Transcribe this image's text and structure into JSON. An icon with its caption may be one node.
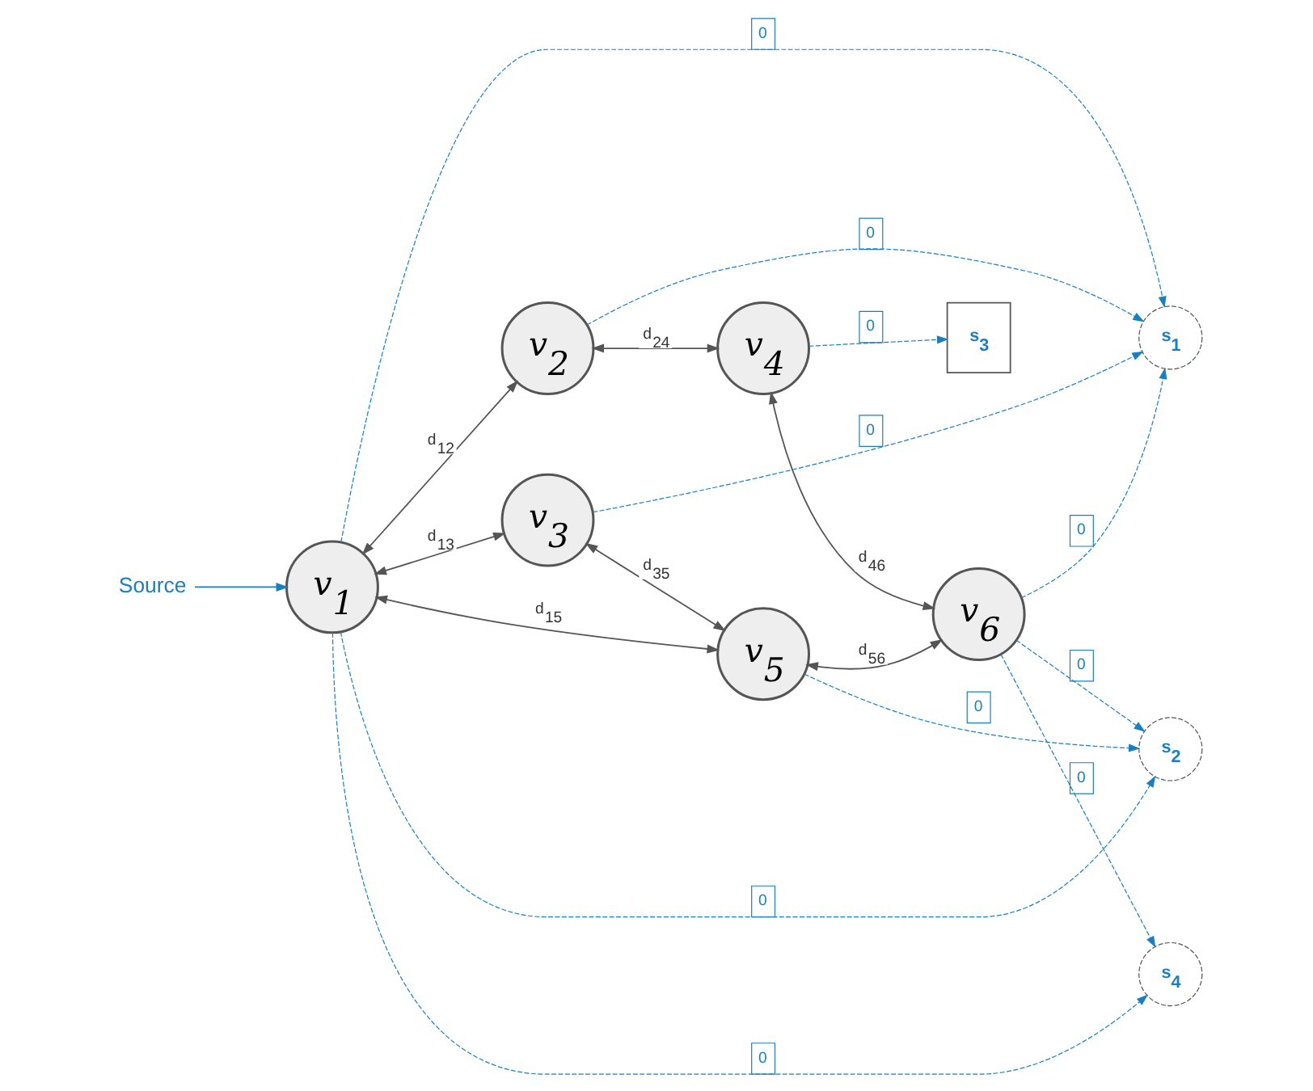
{
  "diagram": {
    "nodes": [
      {
        "text": [
          "s$_{1}$"
        ]
      },
      {
        "text": [
          "v$_{2}$"
        ]
      },
      {
        "text": [
          "v$_{4}$"
        ]
      },
      {
        "text": [
          "s$_{2}$"
        ]
      },
      {
        "text": [
          "v$_{1}$"
        ]
      },
      {
        "text": [
          "s$_{3}$"
        ]
      },
      {
        "text": [
          "v$_{6}$"
        ]
      },
      {
        "text": [
          "v$_{3}$"
        ]
      },
      {
        "text": [
          "v$_{5}$"
        ]
      },
      {
        "text": [
          "Source"
        ]
      },
      {
        "text": [
          "s$_{4}$"
        ]
      }
    ],
    "edges": [
      {
        "from": 4,
        "to": 1,
        "arrow": "both",
        "label": "d$_{12}$",
        "color": "#555555"
      },
      {
        "from": 1,
        "to": 2,
        "arrow": "both",
        "label": "d$_{24}$",
        "color": "#555555"
      },
      {
        "from": 2,
        "to": 6,
        "arrow": "both",
        "label": "d$_{46}$",
        "color": "#555555"
      },
      {
        "from": 4,
        "to": 8,
        "arrow": "both",
        "label": "d$_{15}$",
        "color": "#555555"
      },
      {
        "from": 4,
        "to": 7,
        "arrow": "both",
        "label": "d$_{13}$",
        "color": "#555555"
      },
      {
        "from": 7,
        "to": 8,
        "arrow": "both",
        "label": "d$_{35}$",
        "color": "#555555"
      },
      {
        "from": 8,
        "to": 6,
        "arrow": "both",
        "label": "d$_{56}$",
        "color": "#555555"
      },
      {
        "from": 9,
        "to": 4,
        "arrow": "to"
      },
      {
        "from": 4,
        "to": 3,
        "arrow": "to",
        "label": "0",
        "style": "dashed"
      },
      {
        "from": 4,
        "to": 0,
        "arrow": "to",
        "label": "0",
        "style": "dashed"
      },
      {
        "from": 1,
        "to": 0,
        "arrow": "to",
        "label": "0",
        "style": "dashed"
      },
      {
        "from": 7,
        "to": 0,
        "arrow": "to",
        "label": "0",
        "style": "dashed"
      },
      {
        "from": 6,
        "to": 0,
        "arrow": "to",
        "label": "0",
        "style": "dashed"
      },
      {
        "from": 2,
        "to": 5,
        "arrow": "to",
        "label": "0",
        "style": "dashed"
      },
      {
        "from": 6,
        "to": 3,
        "arrow": "to",
        "label": "0",
        "style": "dashed"
      },
      {
        "from": 8,
        "to": 3,
        "arrow": "to",
        "label": "0",
        "style": "dashed"
      },
      {
        "from": 6,
        "to": 10,
        "arrow": "to",
        "label": "0",
        "style": "dashed"
      },
      {
        "from": 4,
        "to": 10,
        "arrow": "to",
        "label": "0",
        "style": "dashed"
      }
    ]
  }
}
